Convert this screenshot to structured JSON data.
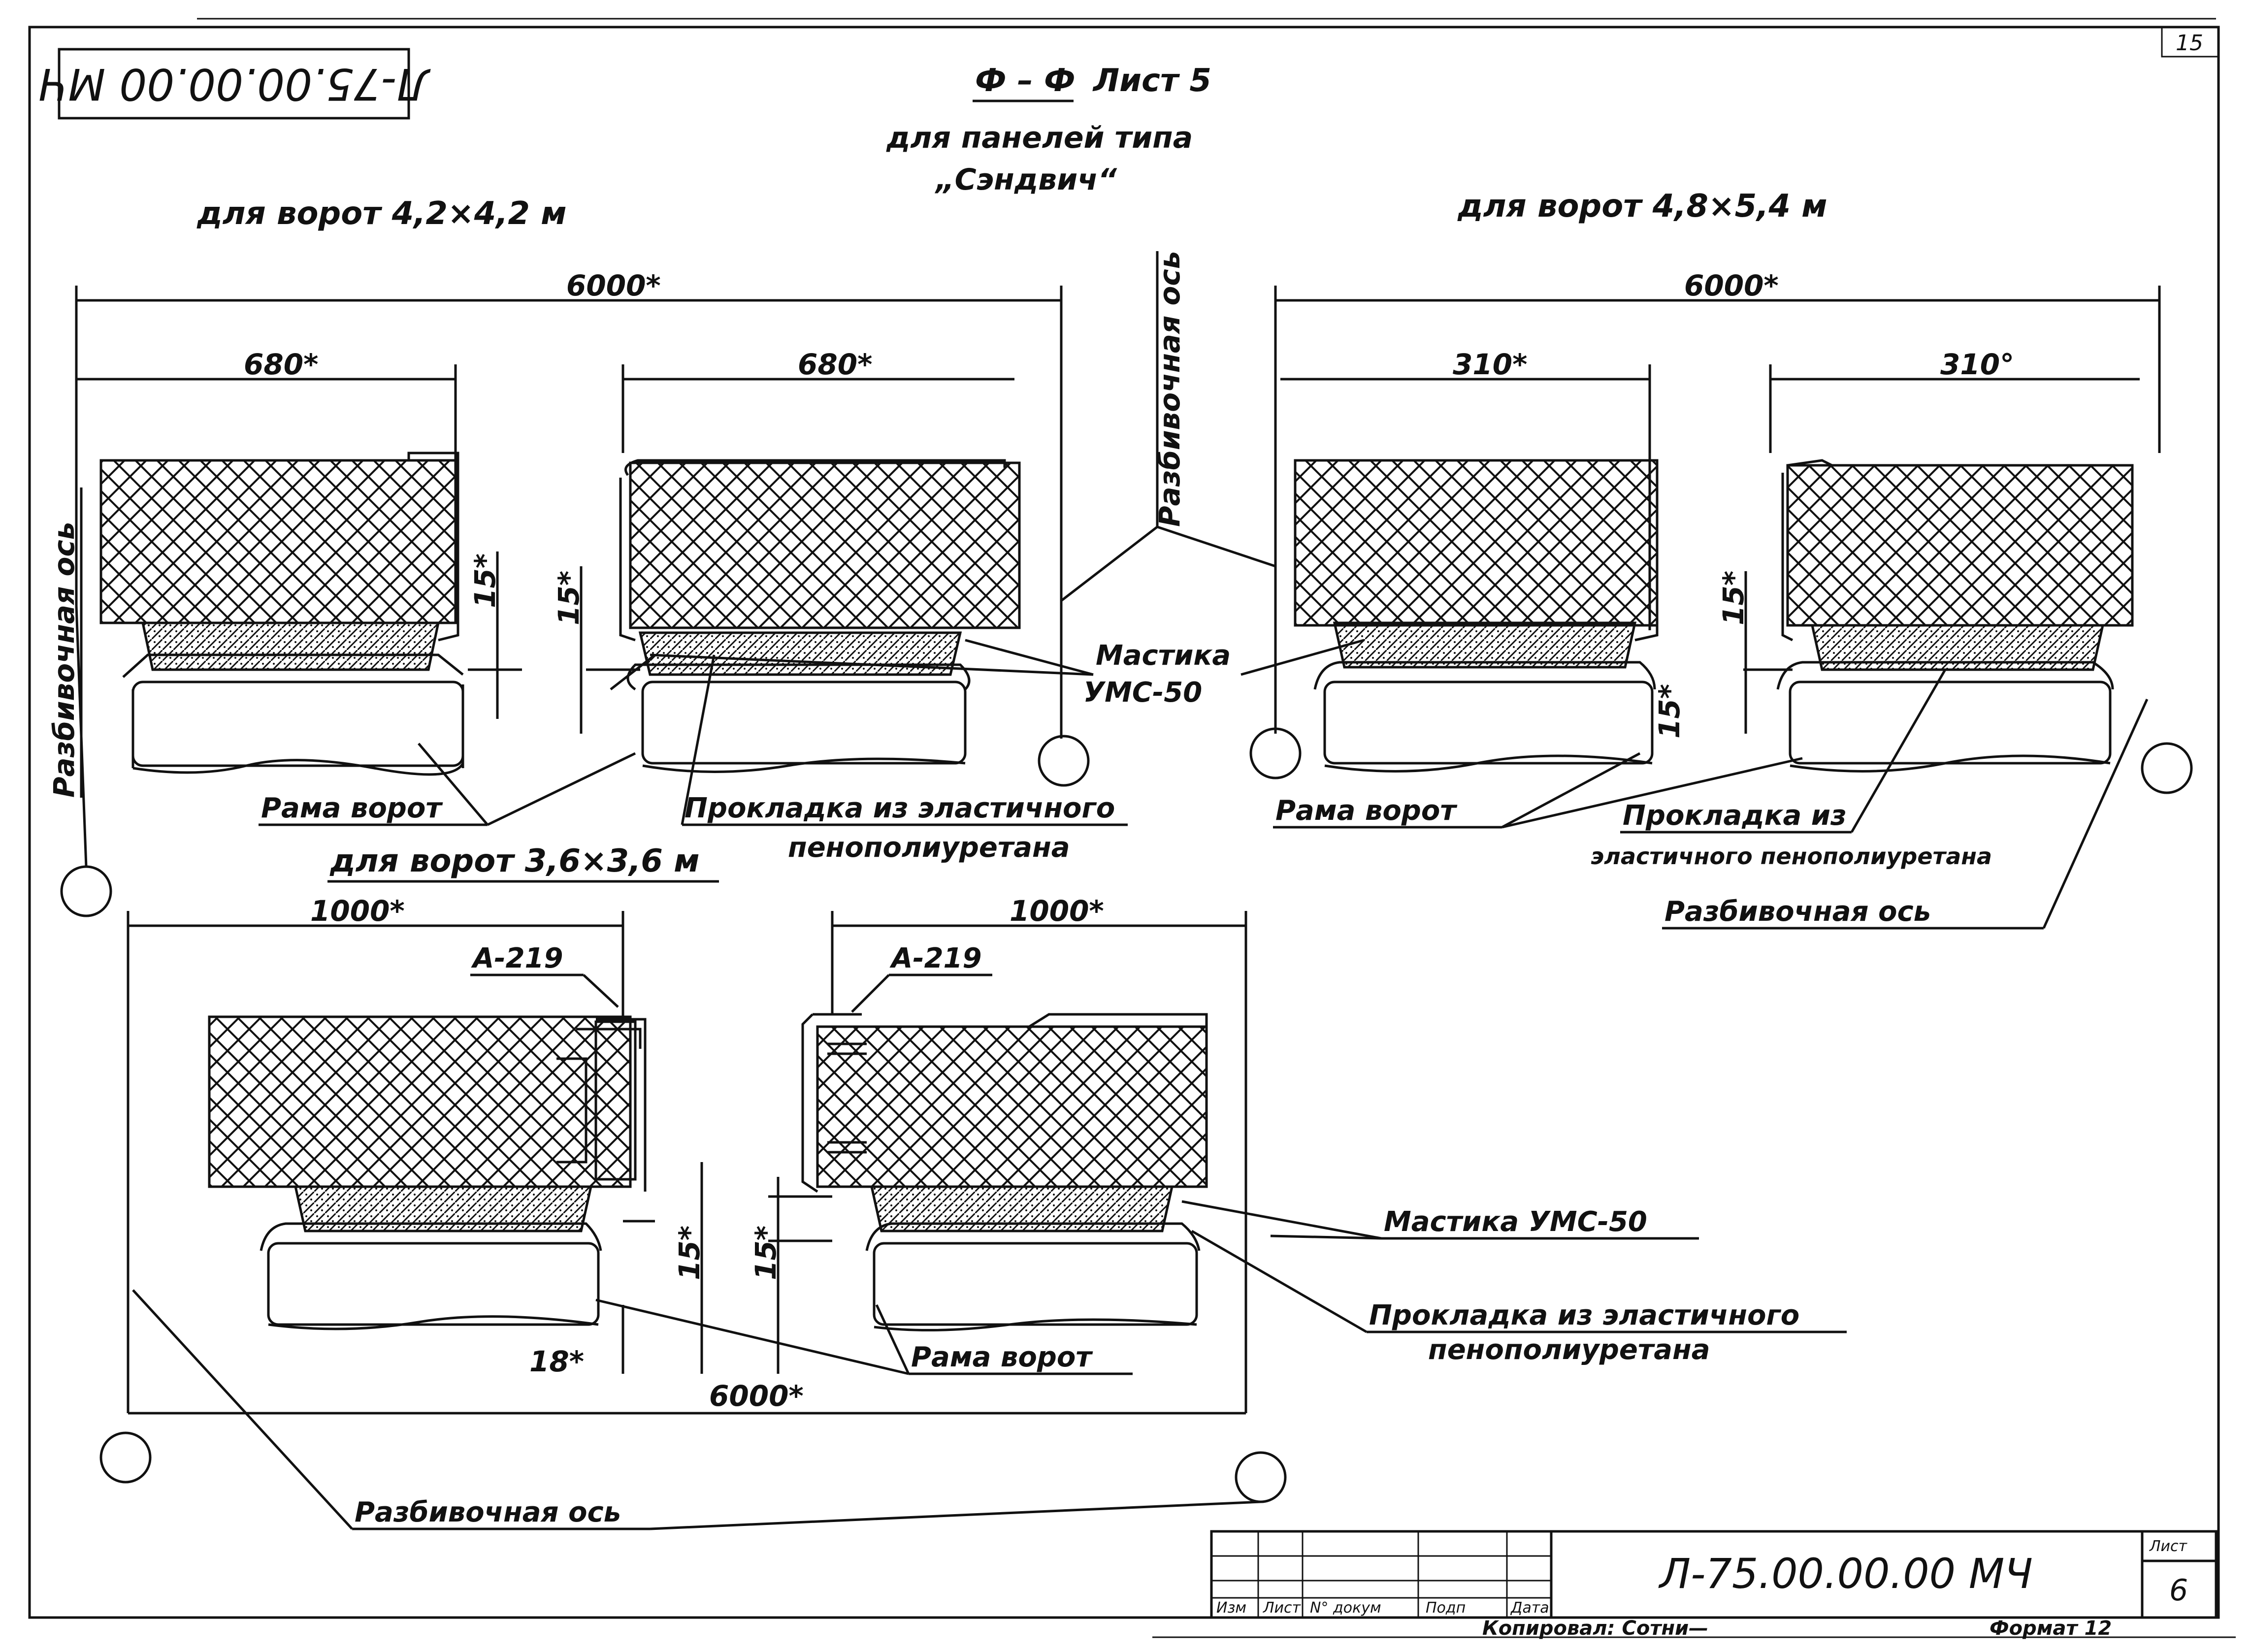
{
  "sheet_number": "15",
  "stamp_code_rotated": "Л-75.00.00.00 МЧ",
  "section": {
    "title": "Ф – Ф",
    "sheet": "Лист 5"
  },
  "subtitle_line1": "для панелей типа",
  "subtitle_line2": "„Сэндвич“",
  "gate_a": {
    "label": "для ворот 4,2×4,2 м",
    "dim_total": "6000*",
    "dim_left": "680*",
    "dim_right": "680*",
    "dim_gap_left": "15*",
    "dim_gap_right": "15*"
  },
  "gate_b": {
    "label": "для ворот 4,8×5,4 м",
    "dim_total": "6000*",
    "dim_left": "310*",
    "dim_right": "310°",
    "dim_gap_left": "15*",
    "dim_gap_mid": "15*"
  },
  "gate_c": {
    "label": "для ворот 3,6×3,6 м",
    "dim_left": "1000*",
    "dim_right": "1000*",
    "dim_total": "6000*",
    "dim_gap_left": "15*",
    "dim_gap_right": "15*",
    "dim_18": "18*",
    "profile_left": "А-219",
    "profile_right": "А-219"
  },
  "labels": {
    "layout_axis": "Разбивочная ось",
    "mastic": "Мастика",
    "mastic_brand": "УМС-50",
    "mastic_full": "Мастика УМС-50",
    "gate_frame": "Рама ворот",
    "gasket_line1": "Прокладка из эластичного",
    "gasket_line2": "пенополиуретана",
    "gasket_b_line1": "Прокладка из",
    "gasket_b_line2": "эластичного пенополиуретана"
  },
  "title_block": {
    "code": "Л-75.00.00.00 МЧ",
    "sheet_label": "Лист",
    "sheet_value": "6",
    "columns": [
      "Изм",
      "Лист",
      "N° докум",
      "Подп",
      "Дата"
    ],
    "copied_by": "Копировал: Сотни—",
    "format": "Формат 12"
  }
}
